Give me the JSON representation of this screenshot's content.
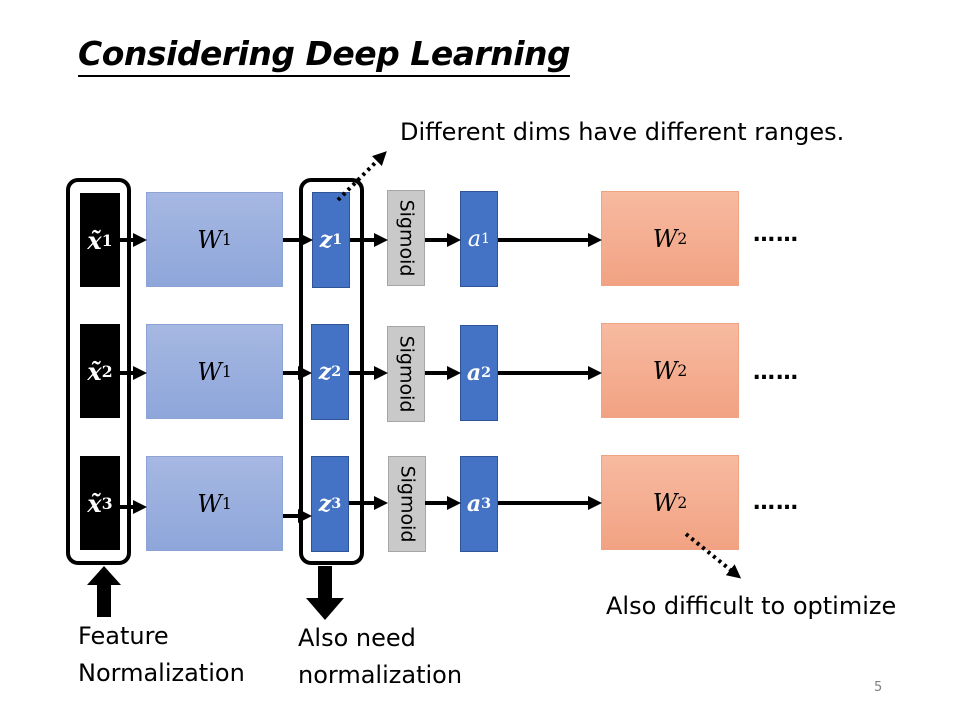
{
  "slide": {
    "title": "Considering Deep Learning",
    "page_number": "5"
  },
  "annotations": {
    "top": "Different dims have different ranges.",
    "bottom_right": "Also difficult to optimize",
    "feature_norm_line1": "Feature",
    "feature_norm_line2": "Normalization",
    "also_need_line1": "Also need",
    "also_need_line2": "normalization"
  },
  "rows": [
    {
      "x_label": "x̃",
      "x_sup": "1",
      "w1_label": "W",
      "w1_sup": "1",
      "z_label": "z",
      "z_sup": "1",
      "sigmoid": "Sigmoid",
      "a_label": "a",
      "a_sup": "1",
      "w2_label": "W",
      "w2_sup": "2",
      "ellipsis": "……"
    },
    {
      "x_label": "x̃",
      "x_sup": "2",
      "w1_label": "W",
      "w1_sup": "1",
      "z_label": "z",
      "z_sup": "2",
      "sigmoid": "Sigmoid",
      "a_label": "a",
      "a_sup": "2",
      "w2_label": "W",
      "w2_sup": "2",
      "ellipsis": "……"
    },
    {
      "x_label": "x̃",
      "x_sup": "3",
      "w1_label": "W",
      "w1_sup": "1",
      "z_label": "z",
      "z_sup": "3",
      "sigmoid": "Sigmoid",
      "a_label": "a",
      "a_sup": "3",
      "w2_label": "W",
      "w2_sup": "2",
      "ellipsis": "……"
    }
  ],
  "colors": {
    "w1_fill": "#9bb0de",
    "z_fill": "#4472c4",
    "sigmoid_fill": "#c9c9c9",
    "w2_fill": "#f4ae90",
    "input_fill": "#000000"
  }
}
